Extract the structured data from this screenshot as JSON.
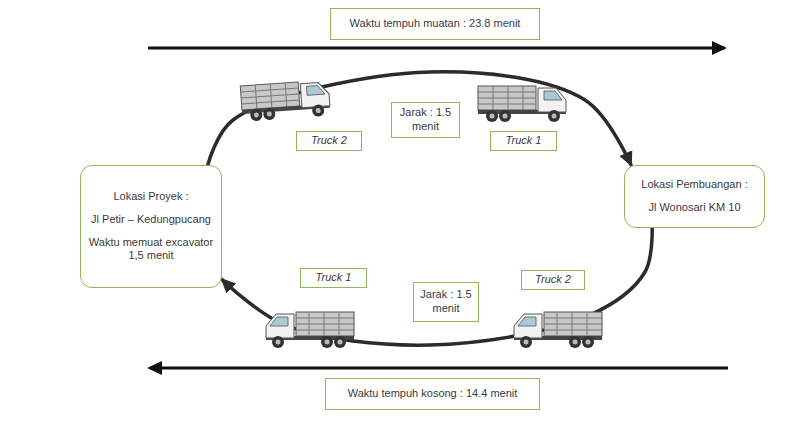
{
  "diagram": {
    "nodes": [
      {
        "text": [
          "Waktu tempuh muatan : 23.8 menit"
        ]
      },
      {
        "text": [
          "Jarak : 1.5 menit"
        ]
      },
      {
        "text": [
          "Truck 2"
        ]
      },
      {
        "text": [
          "Truck 1"
        ]
      },
      {
        "text": [
          "Lokasi Proyek :",
          "Jl Petir – Kedungpucang",
          "Waktu memuat excavator 1,5 menit"
        ]
      },
      {
        "text": [
          "Lokasi Pembuangan :",
          "Jl Wonosari KM 10"
        ]
      },
      {
        "text": [
          "Truck 1"
        ]
      },
      {
        "text": [
          "Truck 2"
        ]
      },
      {
        "text": [
          "Jarak : 1.5 menit"
        ]
      },
      {
        "text": [
          "Waktu tempuh kosong : 14.4 menit"
        ]
      }
    ],
    "edges": [
      {
        "from": 4,
        "to": 5,
        "arrow": "to"
      },
      {
        "from": 5,
        "to": 4,
        "arrow": "to"
      }
    ]
  }
}
